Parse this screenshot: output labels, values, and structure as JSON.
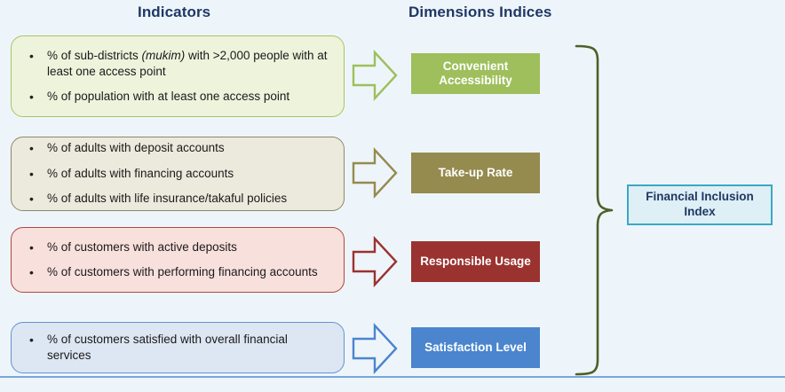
{
  "headings": {
    "indicators": "Indicators",
    "dimensions": "Dimensions Indices"
  },
  "colors": {
    "background": "#eef5fa",
    "heading_text": "#1f3864",
    "green": "#9ebf5c",
    "khaki": "#958b4f",
    "red": "#9a3330",
    "blue": "#4a85ce",
    "brace": "#4f5f28",
    "index_fill": "#deeff5",
    "index_border": "#3aa8c6",
    "bottom_rule": "#7aa6dd"
  },
  "rows": [
    {
      "id": "convenient-accessibility",
      "accent": "green",
      "bullet_marker": "•",
      "indicators": [
        "% of sub-districts <i>(mukim)</i> with >2,000 people with at least one access point",
        "% of population  with at least one access point"
      ],
      "arrow": "right-arrow-icon",
      "dimension": "Convenient Accessibility"
    },
    {
      "id": "take-up-rate",
      "accent": "khaki",
      "bullet_marker": "•",
      "indicators": [
        "% of adults with deposit  accounts",
        "% of adults with financing accounts",
        "% of adults with life insurance/takaful policies"
      ],
      "arrow": "right-arrow-icon",
      "dimension": "Take-up Rate"
    },
    {
      "id": "responsible-usage",
      "accent": "red",
      "bullet_marker": "•",
      "indicators": [
        "% of customers with active deposits",
        "% of customers with performing financing accounts"
      ],
      "arrow": "right-arrow-icon",
      "dimension": "Responsible Usage"
    },
    {
      "id": "satisfaction-level",
      "accent": "blue",
      "bullet_marker": "•",
      "indicators": [
        "% of customers satisfied with  overall financial services"
      ],
      "arrow": "right-arrow-icon",
      "dimension": "Satisfaction Level"
    }
  ],
  "index": {
    "label": "Financial Inclusion Index"
  }
}
